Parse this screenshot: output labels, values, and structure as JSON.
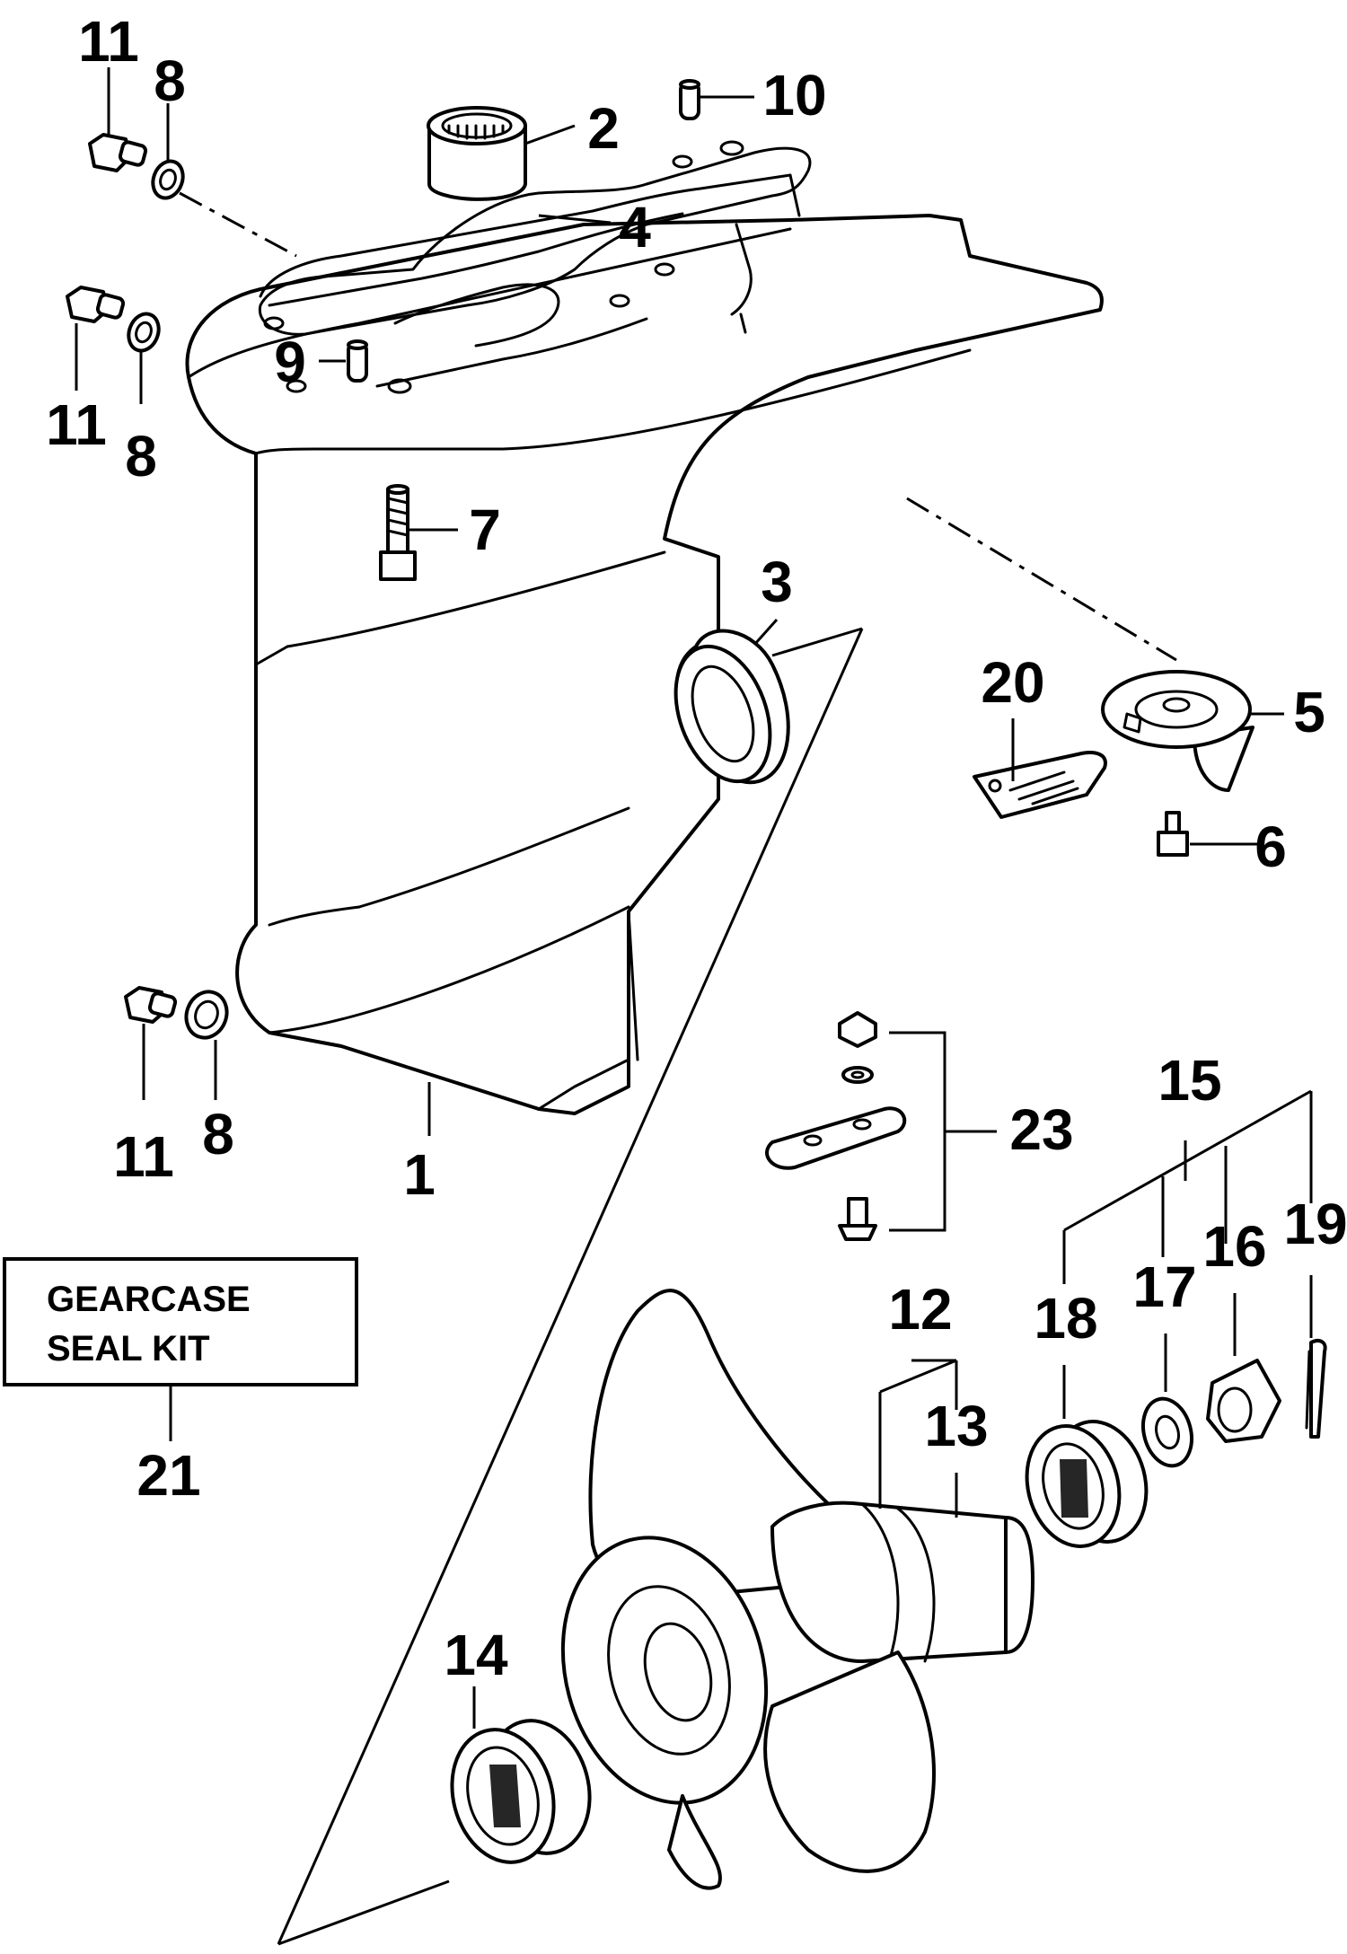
{
  "diagram": {
    "callouts": [
      {
        "id": "1",
        "text": "1"
      },
      {
        "id": "2",
        "text": "2"
      },
      {
        "id": "3",
        "text": "3"
      },
      {
        "id": "4",
        "text": "4"
      },
      {
        "id": "5",
        "text": "5"
      },
      {
        "id": "6",
        "text": "6"
      },
      {
        "id": "7",
        "text": "7"
      },
      {
        "id": "8a",
        "text": "8"
      },
      {
        "id": "8b",
        "text": "8"
      },
      {
        "id": "8c",
        "text": "8"
      },
      {
        "id": "9",
        "text": "9"
      },
      {
        "id": "10",
        "text": "10"
      },
      {
        "id": "11a",
        "text": "11"
      },
      {
        "id": "11b",
        "text": "11"
      },
      {
        "id": "11c",
        "text": "11"
      },
      {
        "id": "12",
        "text": "12"
      },
      {
        "id": "13",
        "text": "13"
      },
      {
        "id": "14",
        "text": "14"
      },
      {
        "id": "15",
        "text": "15"
      },
      {
        "id": "16",
        "text": "16"
      },
      {
        "id": "17",
        "text": "17"
      },
      {
        "id": "18",
        "text": "18"
      },
      {
        "id": "19",
        "text": "19"
      },
      {
        "id": "20",
        "text": "20"
      },
      {
        "id": "21",
        "text": "21"
      },
      {
        "id": "23",
        "text": "23"
      }
    ],
    "kit_box": {
      "line1": "GEARCASE",
      "line2": "SEAL KIT"
    }
  }
}
